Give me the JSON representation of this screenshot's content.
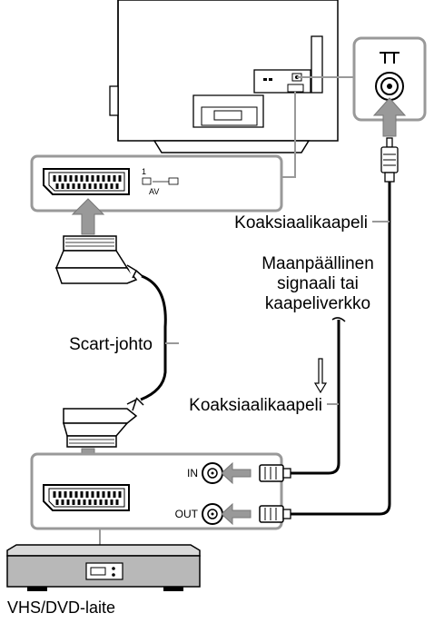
{
  "labels": {
    "coax_cable_top": "Koaksiaalikaapeli",
    "signal_source_line1": "Maanpäällinen",
    "signal_source_line2": "signaali tai",
    "signal_source_line3": "kaapeliverkko",
    "scart_cable": "Scart-johto",
    "coax_cable_bottom": "Koaksiaalikaapeli",
    "vcr_dvd_device": "VHS/DVD-laite",
    "port_in": "IN",
    "port_out": "OUT",
    "av_port_number": "1",
    "av_port_label": "AV"
  },
  "icons": {
    "antenna": "antenna-icon",
    "scart_port": "scart-port-icon",
    "coax_jack": "coax-jack-icon"
  },
  "colors": {
    "line": "#000000",
    "panel_border": "#999999",
    "arrow_fill": "#999999",
    "device_fill": "#b8b8b8",
    "device_body": "#d9d9d9",
    "tv_fill": "#ffffff"
  }
}
